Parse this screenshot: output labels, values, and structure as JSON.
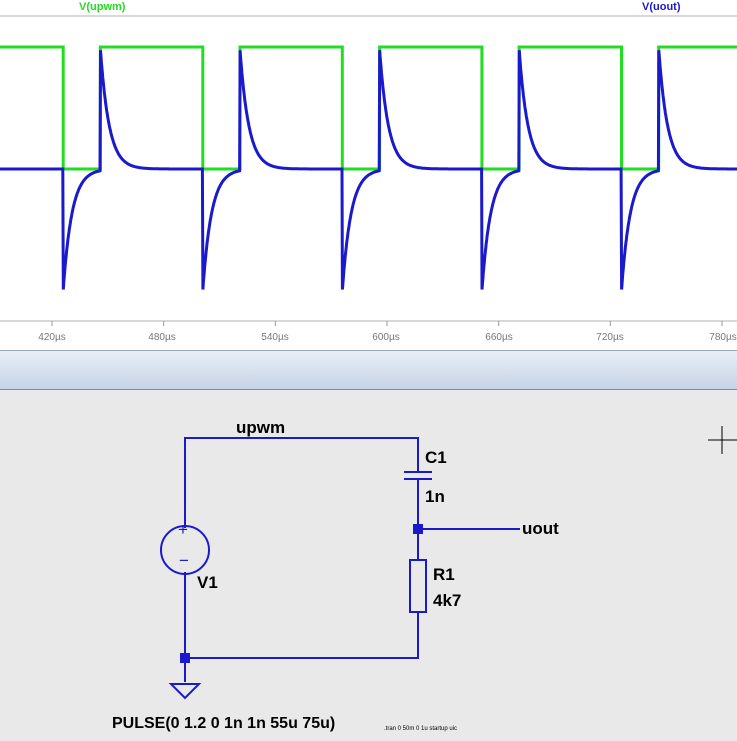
{
  "waveform": {
    "trace_labels": [
      "V(upwm)",
      "V(uout)"
    ],
    "x_ticks": [
      "420µs",
      "480µs",
      "540µs",
      "600µs",
      "660µs",
      "720µs",
      "780µs"
    ],
    "colors": {
      "upwm": "#22dd22",
      "uout": "#1a1acc"
    }
  },
  "chart_data": {
    "type": "line",
    "xlabel": "",
    "ylabel": "",
    "x_unit": "µs",
    "x_ticks": [
      420,
      480,
      540,
      600,
      660,
      720,
      780
    ],
    "pulse": {
      "period_us": 75,
      "width_us": 55,
      "low_v": 0,
      "high_v": 1.2,
      "rise_ns": 1,
      "fall_ns": 1
    },
    "series": [
      {
        "name": "V(upwm)",
        "falling_edges_us": [
          426,
          501,
          576,
          651,
          726
        ],
        "rising_edges_us": [
          446,
          521,
          596,
          671,
          746
        ]
      },
      {
        "name": "V(uout)",
        "tau_us": 4.7
      }
    ]
  },
  "schematic": {
    "net_upwm": "upwm",
    "net_uout": "uout",
    "c1_name": "C1",
    "c1_value": "1n",
    "r1_name": "R1",
    "r1_value": "4k7",
    "v1_name": "V1",
    "v1_plus": "+",
    "v1_minus": "−",
    "v1_source": "PULSE(0 1.2 0 1n 1n 55u 75u)",
    "directive": ".tran 0 50m 0 1u startup uic",
    "colors": {
      "wire": "#1a1acc",
      "component": "#1a1acc"
    }
  }
}
